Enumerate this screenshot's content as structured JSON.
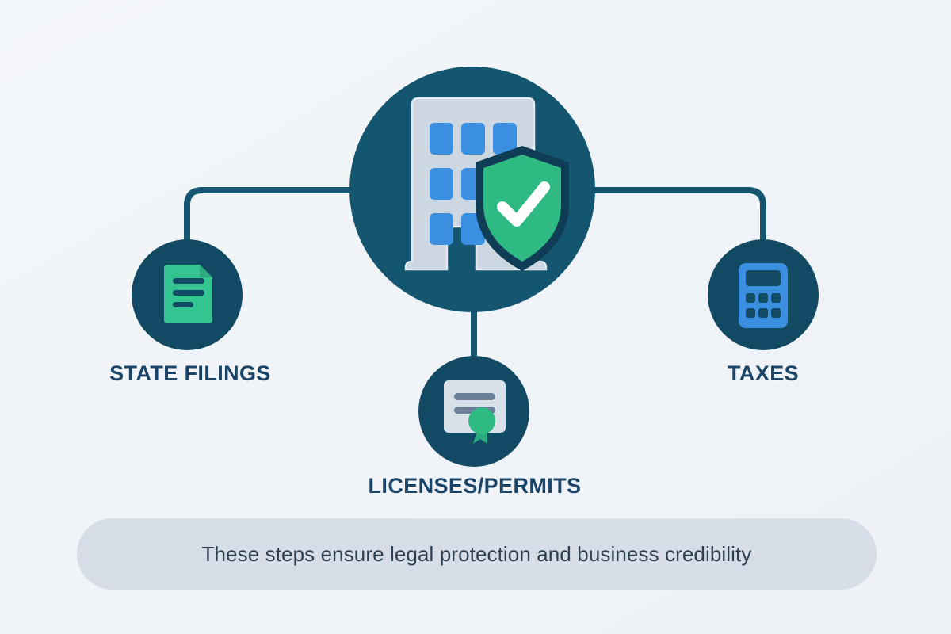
{
  "diagram": {
    "type": "hub-and-spoke",
    "background_color": "#f2f5f8",
    "center_node": {
      "id": "business-compliance-hub",
      "icon": "building-shield-check-icon",
      "circle_color": "#14566f",
      "building_color": "#ccd7e2",
      "window_color": "#3b8fe0",
      "shield_color": "#2fba84",
      "check_color": "#ffffff",
      "window_count": 8,
      "label": ""
    },
    "nodes": [
      {
        "id": "state-filings",
        "label": "STATE FILINGS",
        "icon": "document-lines-icon",
        "circle_color": "#134a63",
        "icon_color": "#34c491",
        "position": "left"
      },
      {
        "id": "licenses-permits",
        "label": "LICENSES/PERMITS",
        "icon": "certificate-seal-icon",
        "circle_color": "#134a63",
        "icon_color": "#d8e0e8",
        "seal_color": "#2fba84",
        "position": "bottom"
      },
      {
        "id": "taxes",
        "label": "TAXES",
        "icon": "calculator-icon",
        "circle_color": "#134a63",
        "icon_color": "#3b8fe0",
        "position": "right"
      }
    ],
    "connectors": {
      "color": "#14566f",
      "width": 8,
      "style": "rounded-elbow",
      "count": 3
    },
    "label_color": "#1a4468"
  },
  "caption": {
    "text": "These steps ensure legal protection and business credibility",
    "background_color": "#d6dde6",
    "text_color": "#2e3f51"
  }
}
